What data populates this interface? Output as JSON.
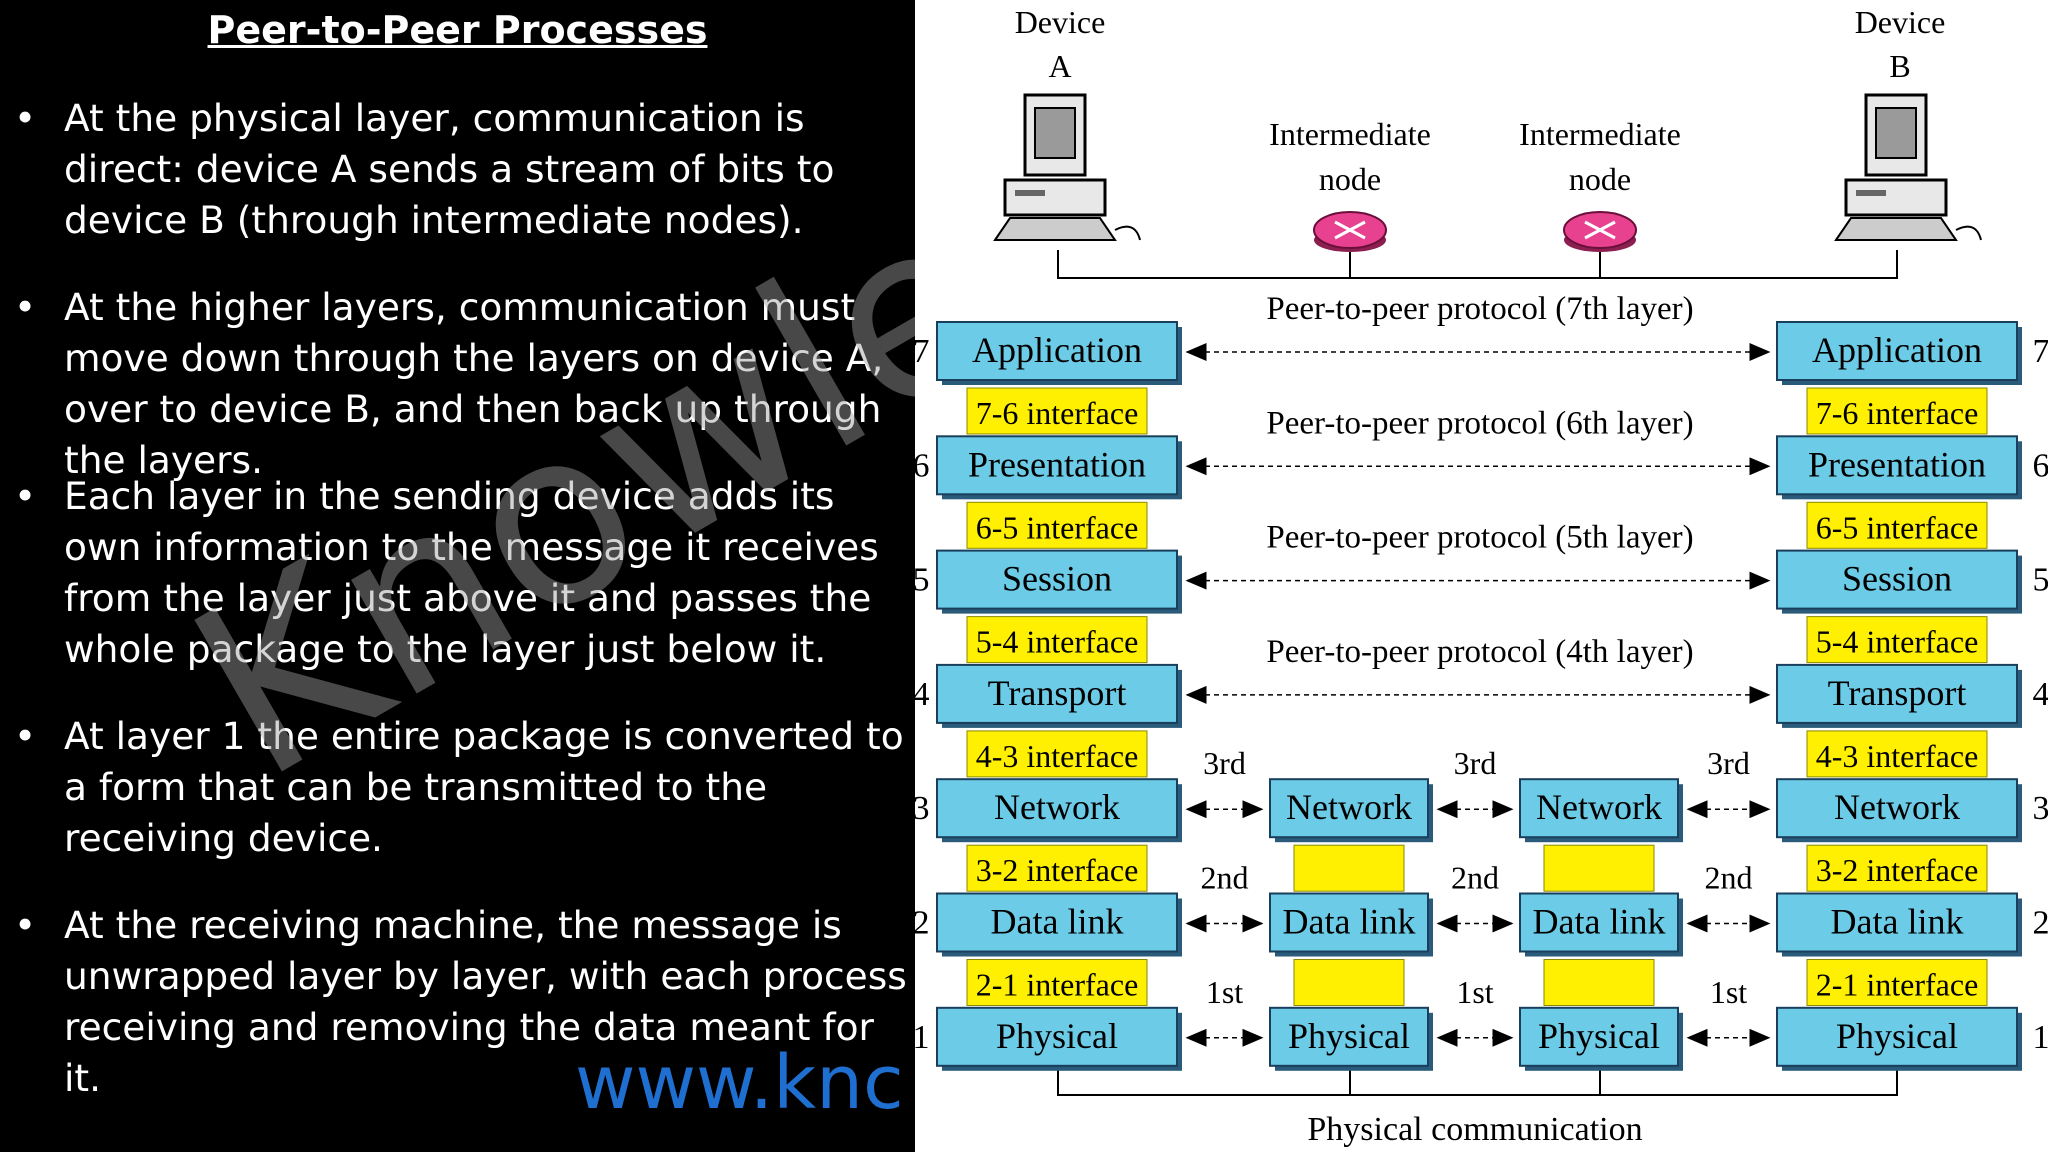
{
  "title": "Peer-to-Peer Processes",
  "bullets": [
    "At the physical layer, communication is direct: device A sends a stream of bits to device B (through intermediate nodes).",
    "At the higher layers, communication must move down through the layers on device A, over to device B, and then back up through the layers.",
    "Each layer in the sending device adds its own information to the message it receives from the layer just above it and passes the whole package to the layer just below it.",
    "At layer 1 the entire package is converted to a form that can be transmitted to the receiving device.",
    "At the receiving machine, the message is unwrapped layer by layer, with each process receiving and removing the data meant for it."
  ],
  "bullet_symbol": "•",
  "watermark": "Knowle",
  "url_text": "www.knc",
  "diagram": {
    "device_a": [
      "Device",
      "A"
    ],
    "device_b": [
      "Device",
      "B"
    ],
    "intermediate_1": [
      "Intermediate",
      "node"
    ],
    "intermediate_2": [
      "Intermediate",
      "node"
    ],
    "layers": [
      {
        "num": "7",
        "name": "Application",
        "interface": "7-6 interface",
        "peer": "Peer-to-peer protocol (7th layer)"
      },
      {
        "num": "6",
        "name": "Presentation",
        "interface": "6-5 interface",
        "peer": "Peer-to-peer protocol (6th layer)"
      },
      {
        "num": "5",
        "name": "Session",
        "interface": "5-4 interface",
        "peer": "Peer-to-peer protocol (5th layer)"
      },
      {
        "num": "4",
        "name": "Transport",
        "interface": "4-3 interface",
        "peer": "Peer-to-peer protocol (4th layer)"
      },
      {
        "num": "3",
        "name": "Network",
        "interface": "3-2 interface",
        "hop": "3rd"
      },
      {
        "num": "2",
        "name": "Data link",
        "interface": "2-1 interface",
        "hop": "2nd"
      },
      {
        "num": "1",
        "name": "Physical",
        "interface": "",
        "hop": "1st"
      }
    ],
    "physical_communication": "Physical communication"
  },
  "colors": {
    "layer_box": "#6ccbe6",
    "interface_box": "#ffef00",
    "router": "#e8418f",
    "url": "#1f6fd0"
  },
  "icons": [
    "computer-icon",
    "router-icon"
  ]
}
